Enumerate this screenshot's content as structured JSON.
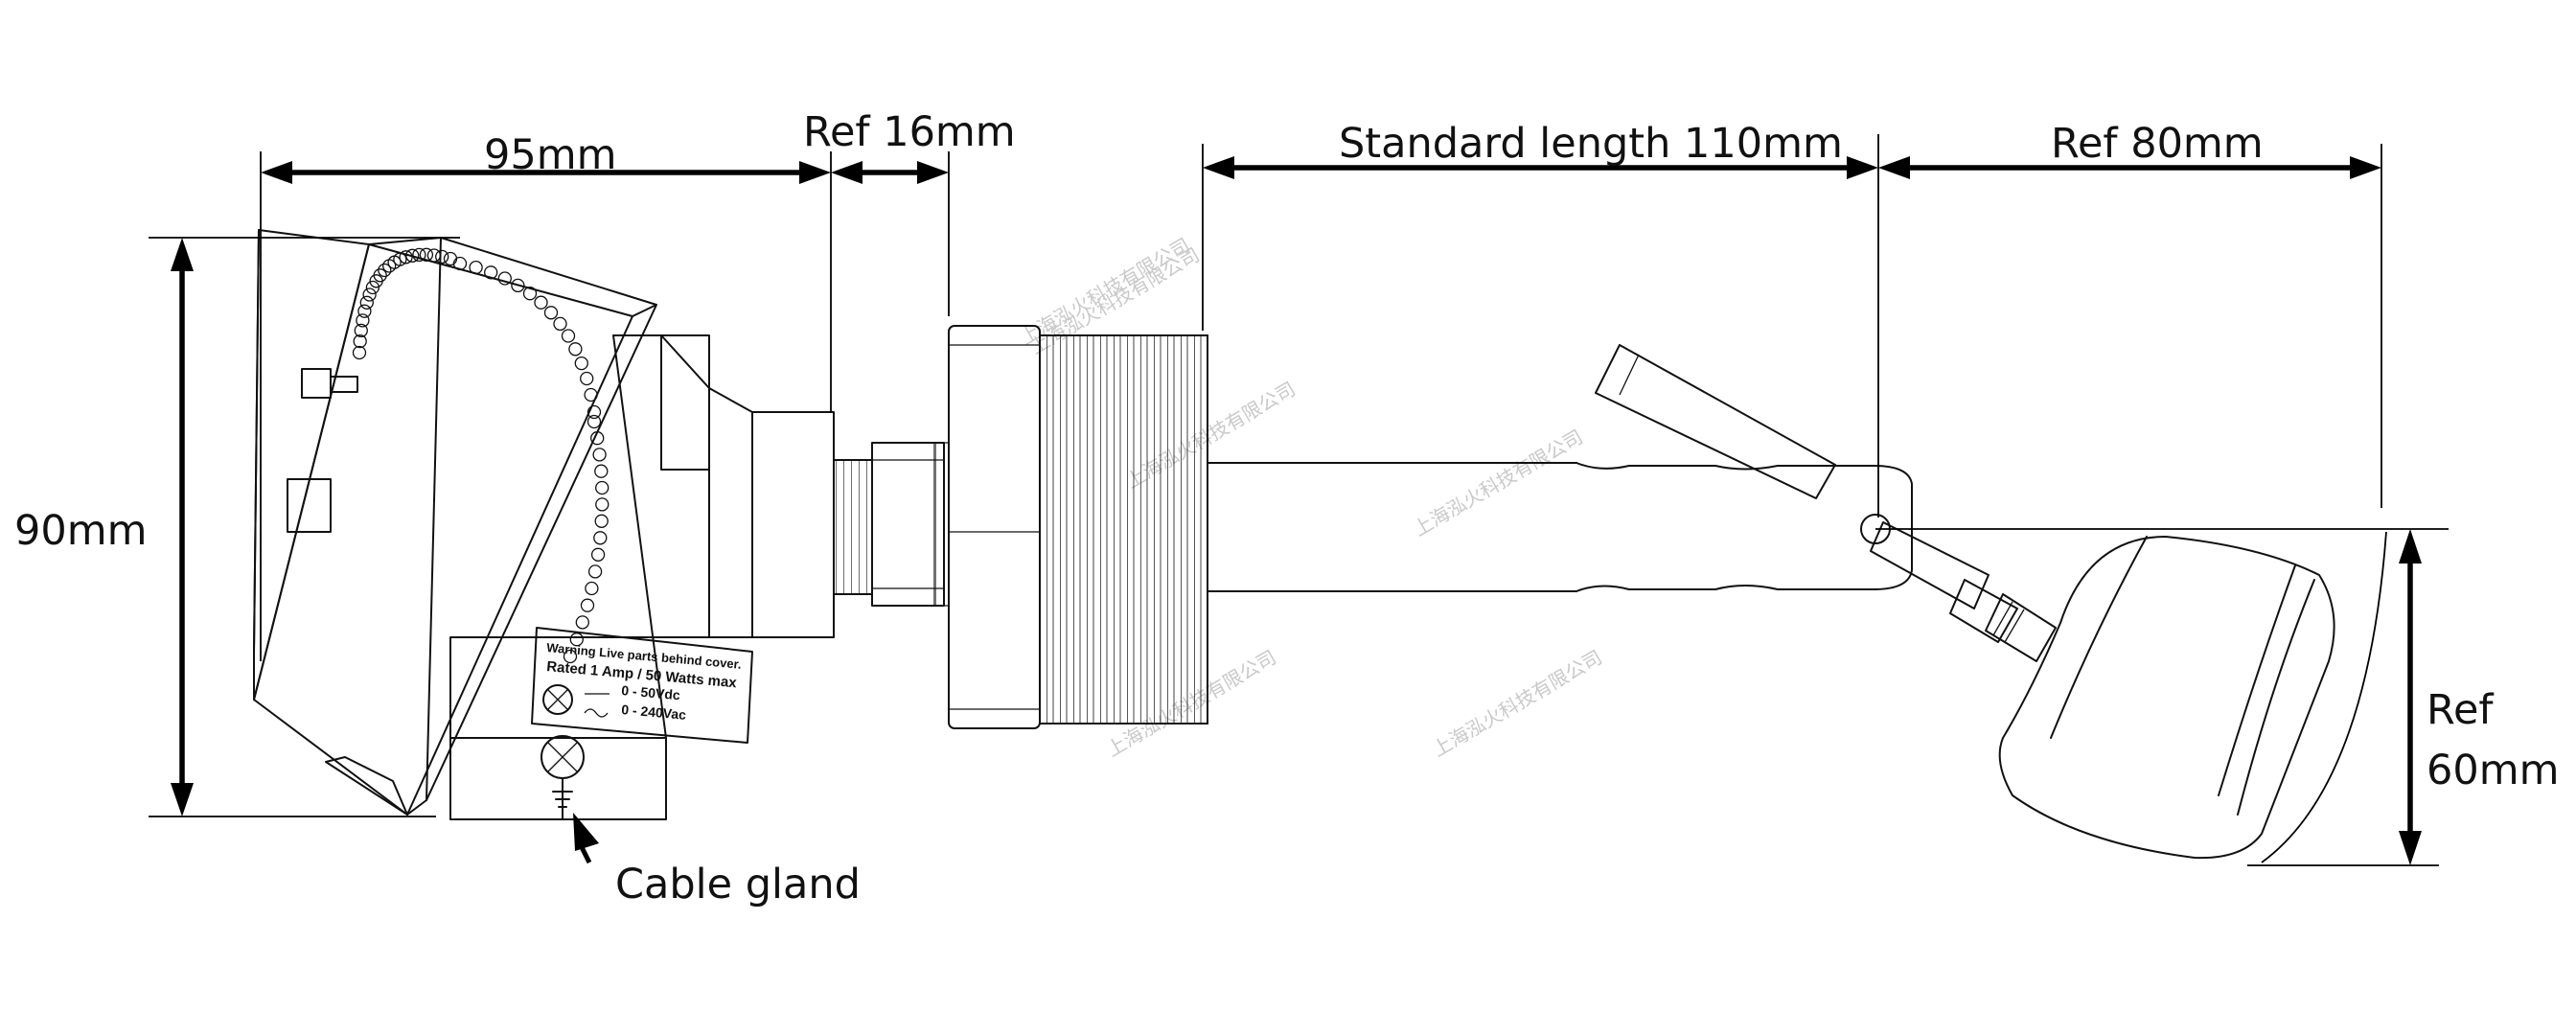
{
  "dimensions": {
    "housing_width": "95mm",
    "neck_length": "Ref 16mm",
    "standard_length": "Standard length 110mm",
    "float_offset": "Ref 80mm",
    "housing_height": "90mm",
    "float_drop_line1": "Ref",
    "float_drop_line2": "60mm"
  },
  "callouts": {
    "cable_gland": "Cable gland"
  },
  "warning_label": {
    "line1": "Warning Live parts behind cover.",
    "line2": "Rated 1 Amp / 50 Watts max",
    "line3": "0 - 50Vdc",
    "line4": "0 - 240Vac"
  },
  "watermark": {
    "text": "上海泓火科技有限公司"
  }
}
